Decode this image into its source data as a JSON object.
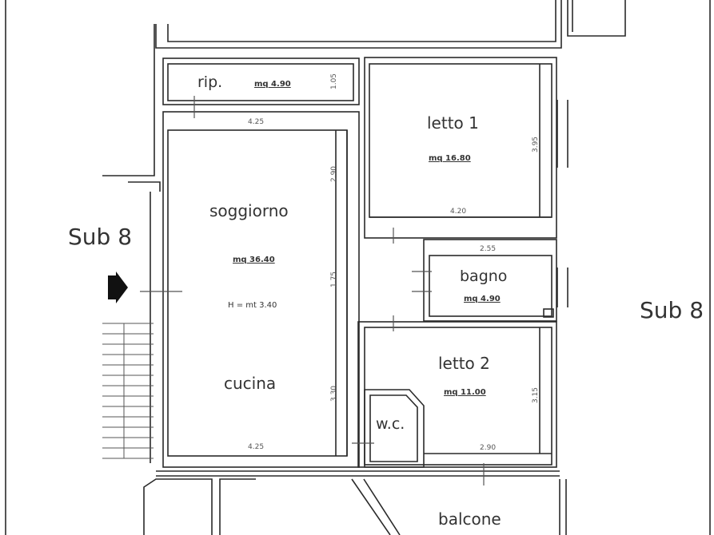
{
  "subs": {
    "left": "Sub 8",
    "right": "Sub 8"
  },
  "rooms": {
    "ripostiglio": {
      "name": "rip.",
      "area": "mq 4.90",
      "dim_v": "1.05"
    },
    "soggiorno": {
      "name": "soggiorno",
      "area": "mq 36.40",
      "height": "H = mt 3.40",
      "dim_top": "4.25",
      "dim_v1": "2.90",
      "dim_v2": "1.75",
      "dim_v3": "3.30"
    },
    "cucina": {
      "name": "cucina",
      "dim_bottom": "4.25"
    },
    "letto1": {
      "name": "letto 1",
      "area": "mq 16.80",
      "dim_h": "4.20",
      "dim_v": "3.95"
    },
    "bagno": {
      "name": "bagno",
      "area": "mq 4.90",
      "dim_h": "2.55"
    },
    "letto2": {
      "name": "letto 2",
      "area": "mq 11.00",
      "dim_h": "2.90",
      "dim_v": "3.15"
    },
    "wc": {
      "name": "w.c."
    },
    "balcone": {
      "name": "balcone"
    }
  }
}
